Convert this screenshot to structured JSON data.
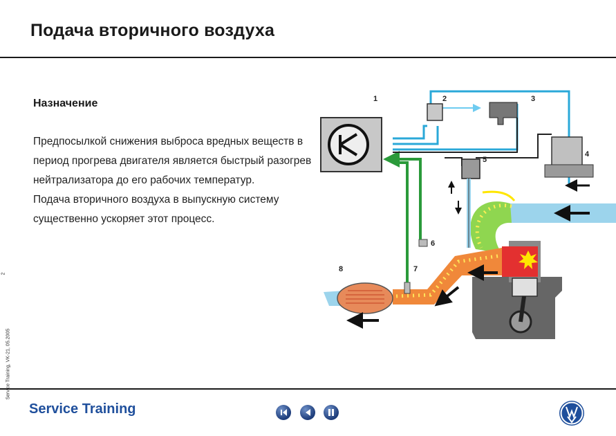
{
  "page": {
    "title": "Подача вторичного воздуха",
    "heading": "Назначение",
    "paragraphs": [
      "Предпосылкой снижения выброса вредных веществ в период прогрева двигателя является быстрый разогрев нейтрализатора до его рабочих температур.",
      "Подача вторичного воздуха в выпускную систему существенно ускоряет этот процесс."
    ],
    "side_meta": "Service Training, VK-21, 05.2005",
    "page_number": "2"
  },
  "diagram": {
    "labels": [
      "1",
      "2",
      "3",
      "4",
      "5",
      "6",
      "7",
      "8"
    ]
  },
  "footer": {
    "brand": "Service Training",
    "nav": [
      "first-icon",
      "back-icon",
      "pause-icon"
    ]
  },
  "colors": {
    "brand_blue": "#1f4f9c",
    "air_cyan": "#2aa8d8",
    "vacuum_green": "#2a9a3a",
    "exhaust_orange": "#f07a2a",
    "engine_gray": "#5a5a5a"
  }
}
